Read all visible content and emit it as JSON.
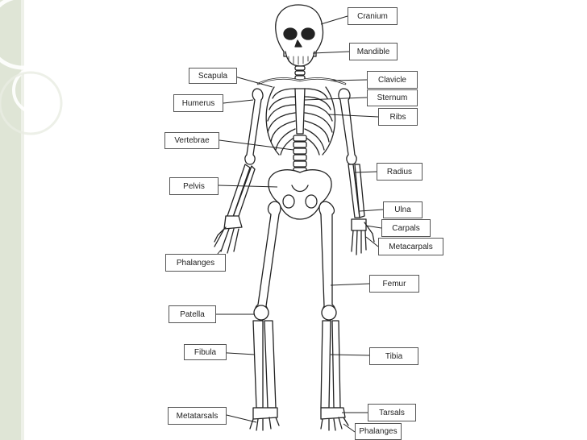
{
  "colors": {
    "sidebar": "#dfe5d6",
    "sidebar_edge": "#f2f4ee",
    "ring": "#ffffff",
    "line": "#222222",
    "label_border": "#555555"
  },
  "labels": {
    "cranium": "Cranium",
    "mandible": "Mandible",
    "scapula": "Scapula",
    "clavicle": "Clavicle",
    "humerus": "Humerus",
    "sternum": "Sternum",
    "ribs": "Ribs",
    "vertebrae": "Vertebrae",
    "radius": "Radius",
    "pelvis": "Pelvis",
    "ulna": "Ulna",
    "carpals": "Carpals",
    "metacarpals": "Metacarpals",
    "phalanges_hand": "Phalanges",
    "femur": "Femur",
    "patella": "Patella",
    "fibula": "Fibula",
    "tibia": "Tibia",
    "metatarsals": "Metatarsals",
    "tarsals": "Tarsals",
    "phalanges_foot": "Phalanges"
  }
}
